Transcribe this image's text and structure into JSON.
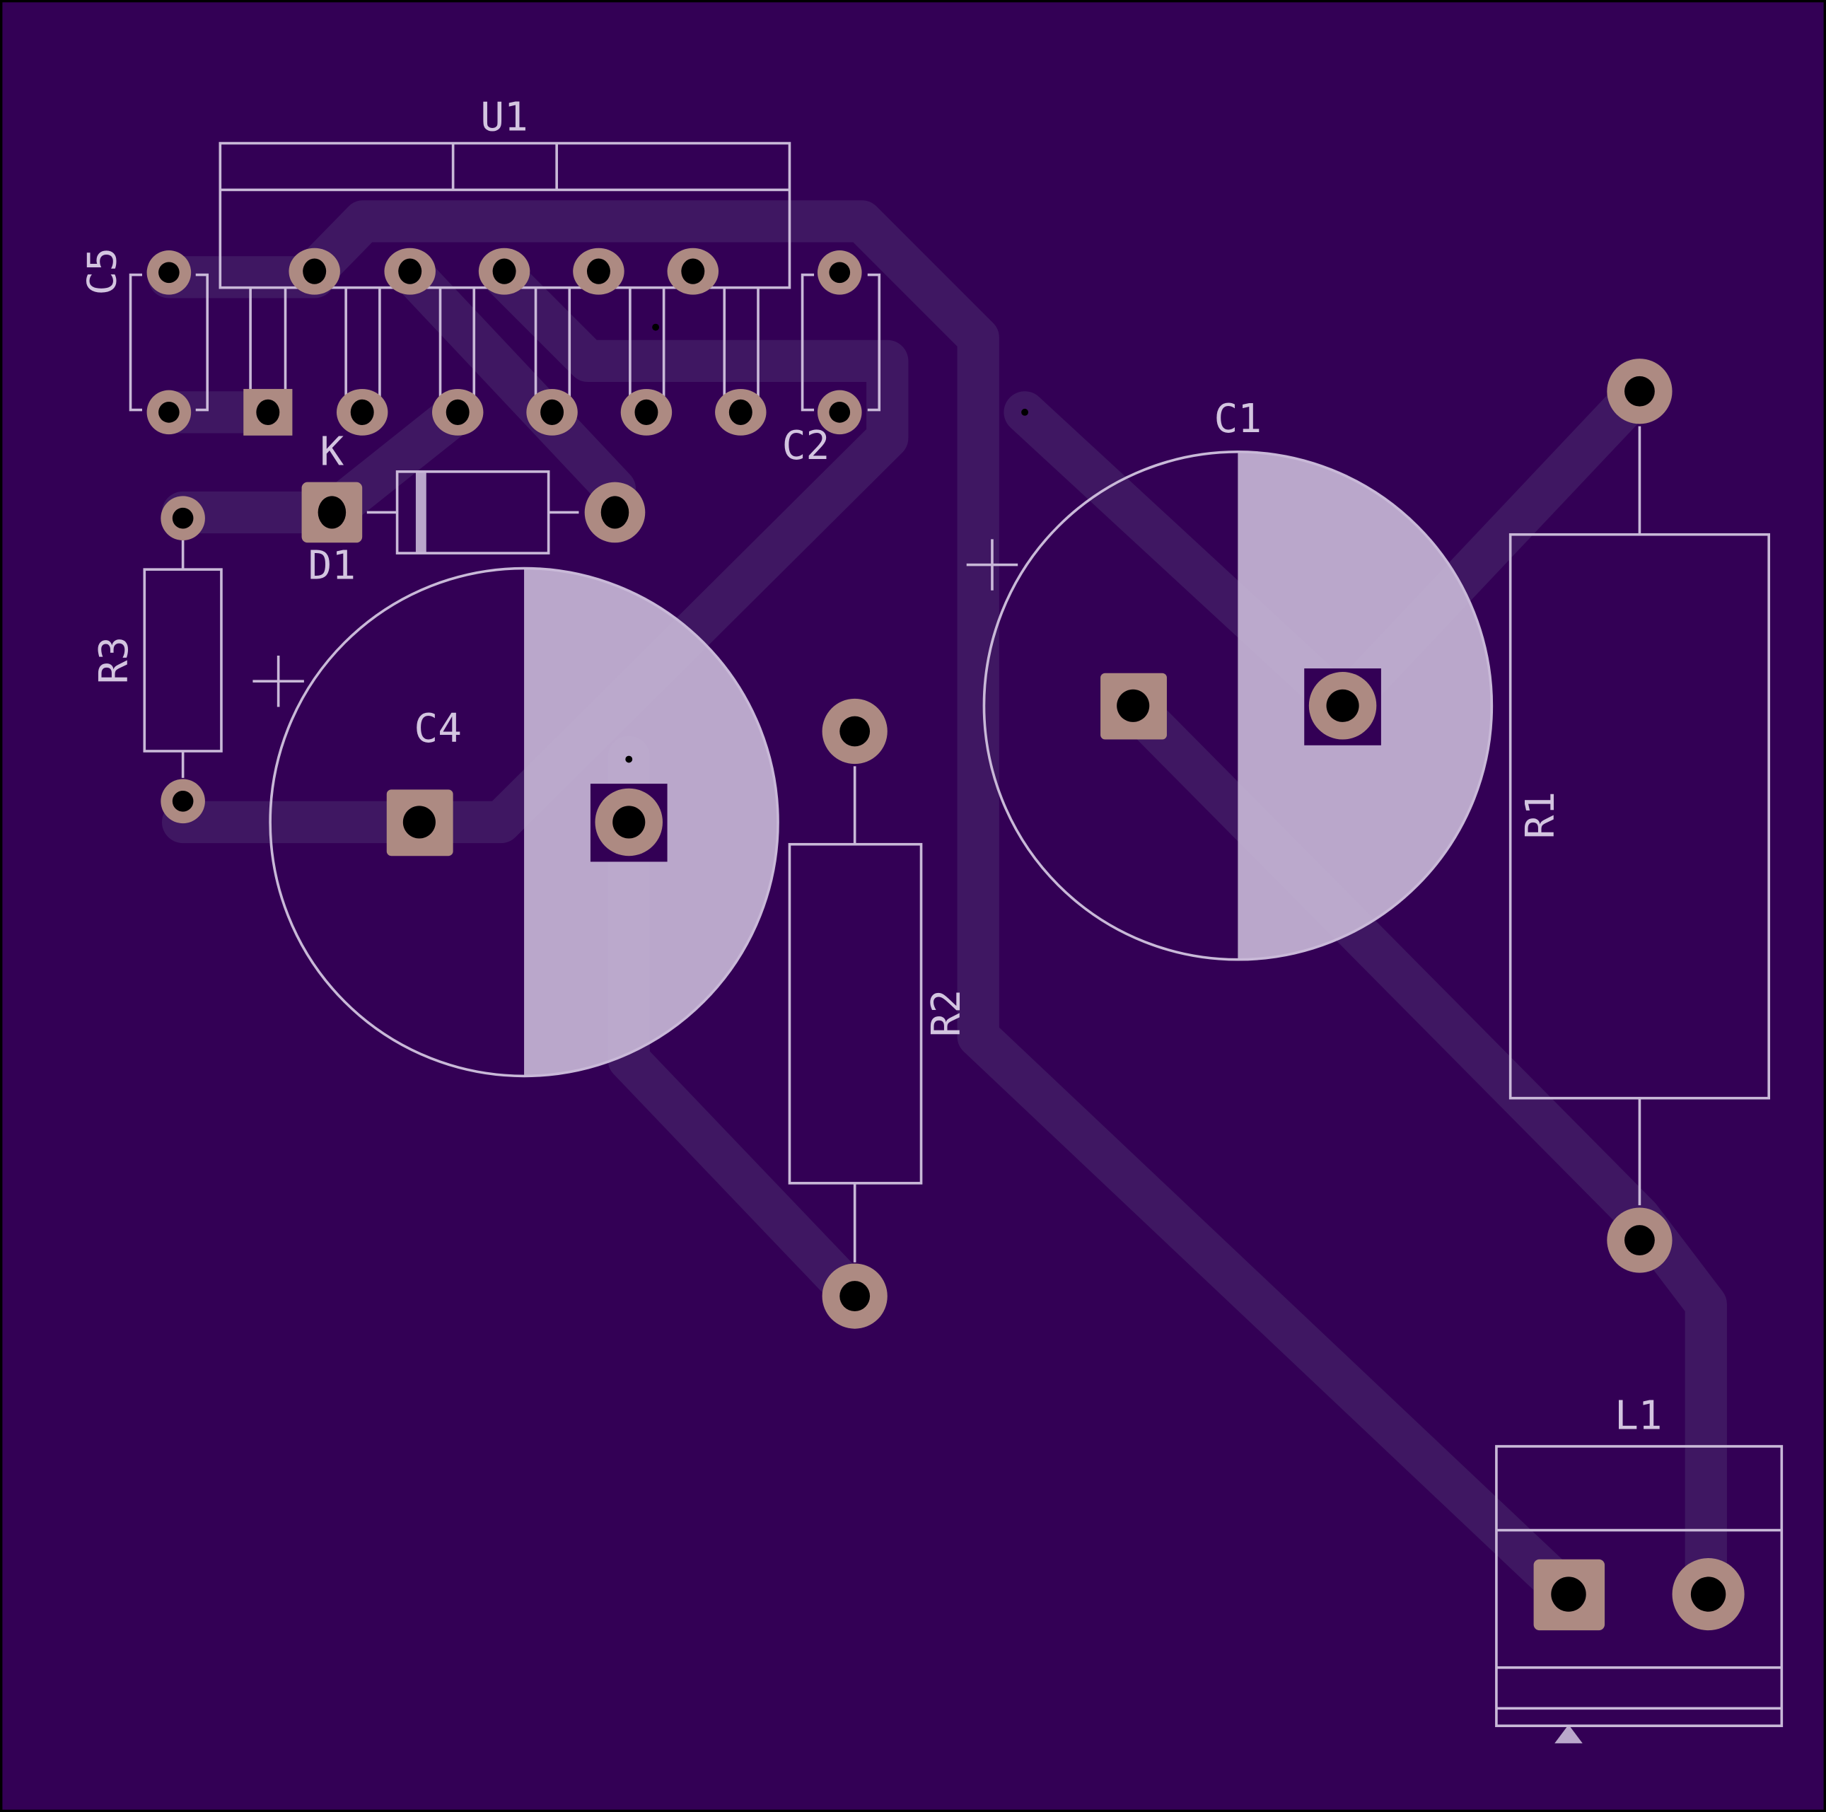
{
  "board": {
    "colors": {
      "substrate": "#330055",
      "pad": "#ad8a82",
      "silkscreen": "#c9b9d8",
      "trace": "#3f1762"
    },
    "labels": {
      "u1": "U1",
      "c5": "C5",
      "c2": "C2",
      "k": "K",
      "d1": "D1",
      "r3": "R3",
      "c4": "C4",
      "r2": "R2",
      "c1": "C1",
      "r1": "R1",
      "l1": "L1"
    }
  }
}
